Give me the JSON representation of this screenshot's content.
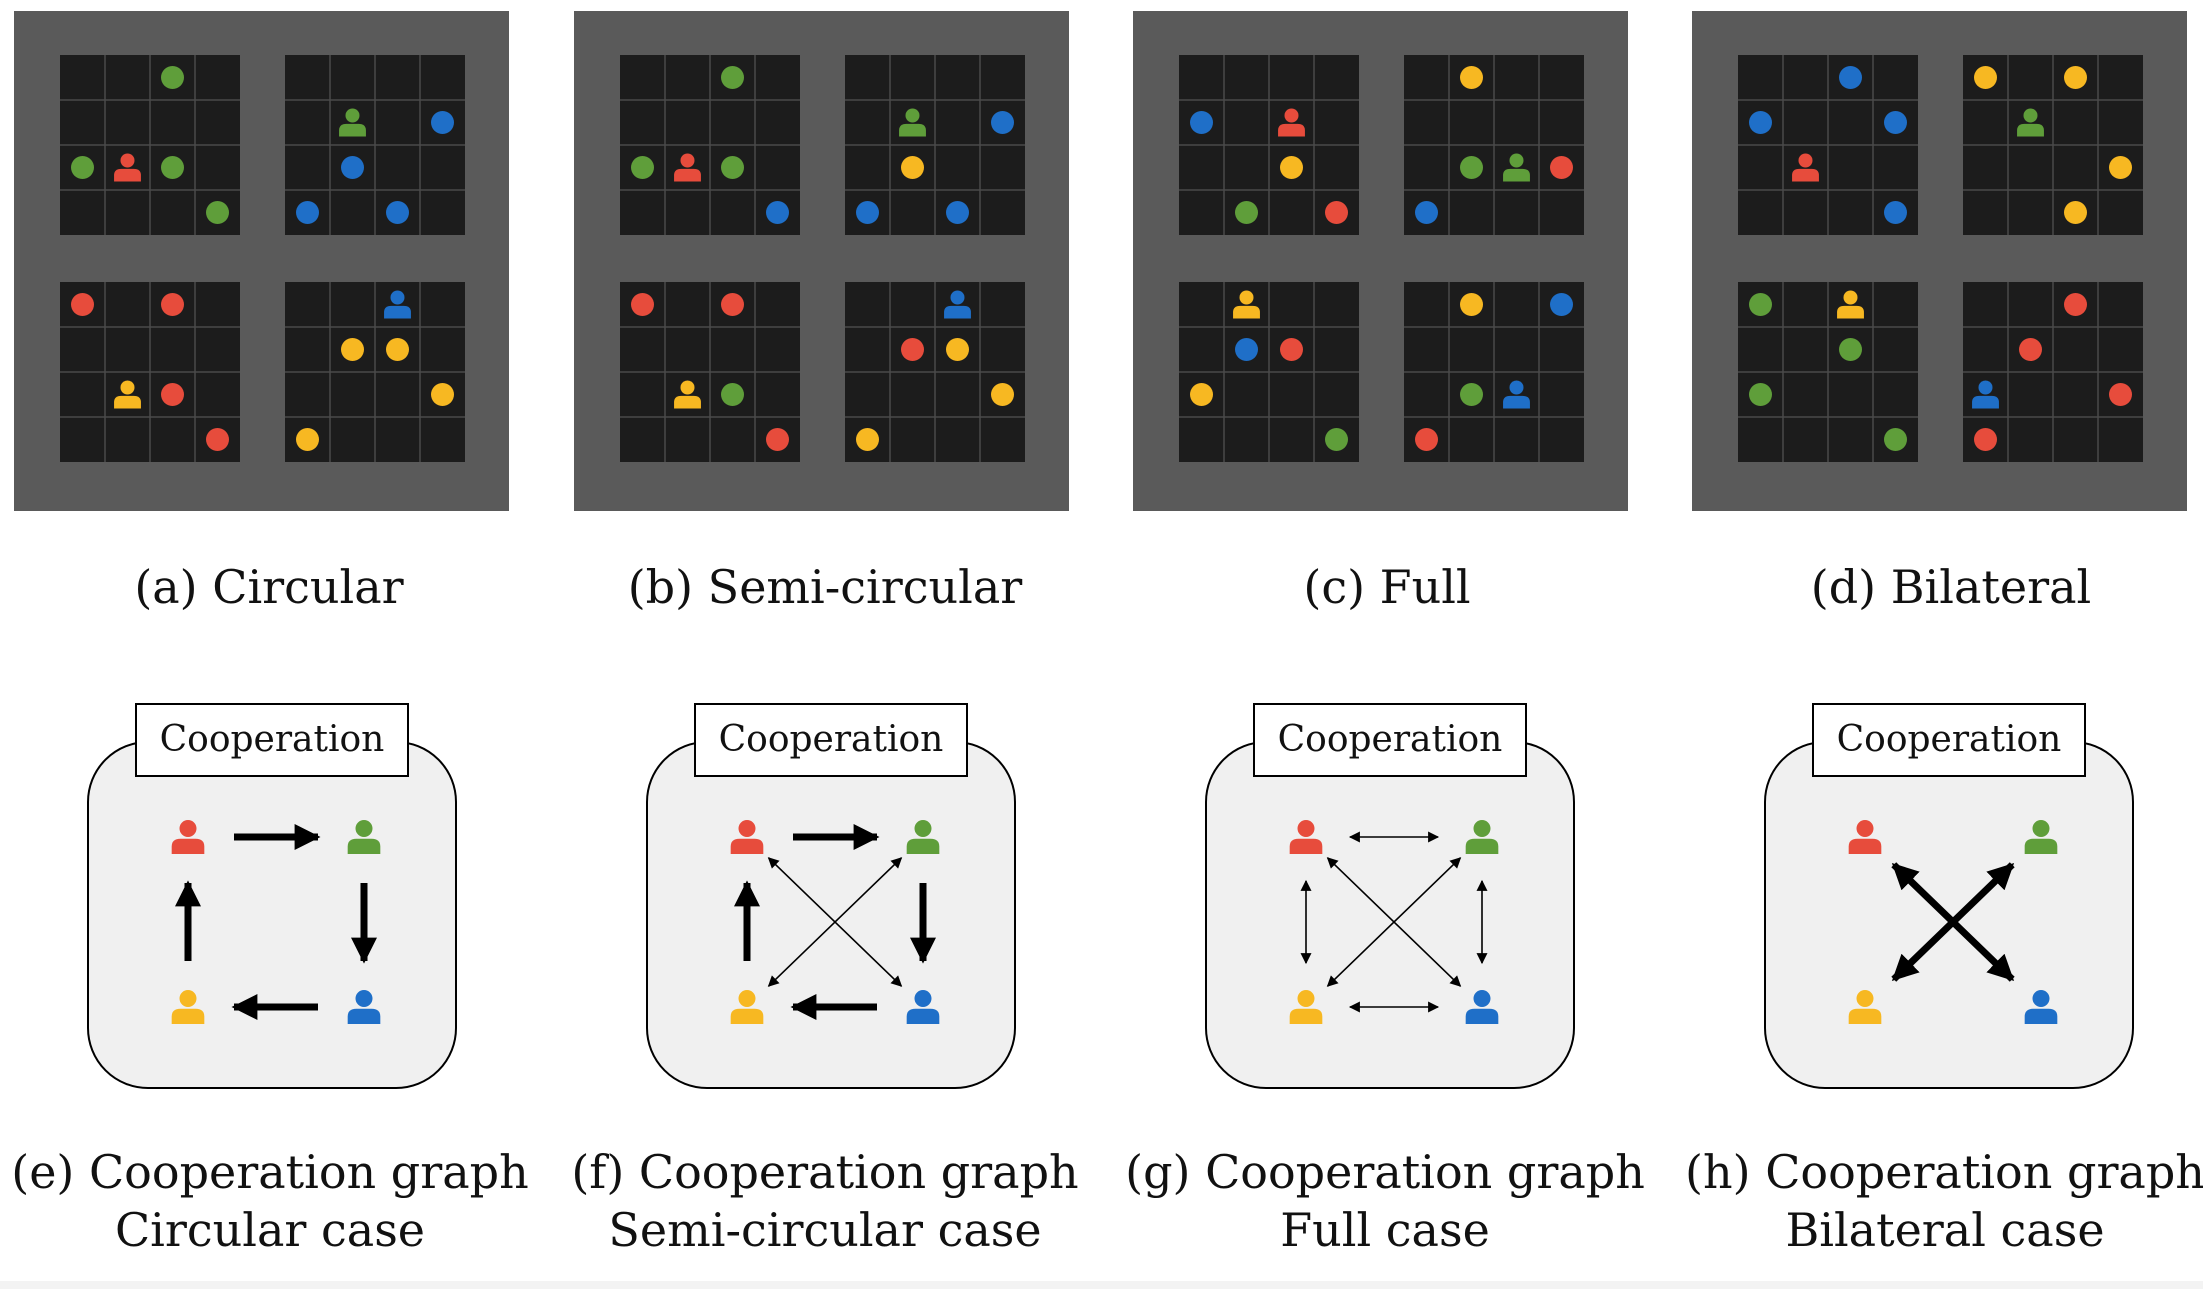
{
  "colors": {
    "red": "#e74c3c",
    "green": "#5f9e3a",
    "blue": "#1f6fc8",
    "yellow": "#f7b822",
    "grid_bg": "#1c1c1c",
    "grid_line": "#4a4a4a",
    "panel_bg": "#5a5a5a",
    "graph_bg": "#f0f0f0"
  },
  "envs": [
    {
      "caption": "(a) Circular",
      "rooms": [
        {
          "agent": {
            "cell": [
              1,
              2
            ],
            "color": "red"
          },
          "dots": [
            {
              "cell": [
                2,
                0
              ],
              "color": "green"
            },
            {
              "cell": [
                0,
                2
              ],
              "color": "green"
            },
            {
              "cell": [
                2,
                2
              ],
              "color": "green"
            },
            {
              "cell": [
                3,
                3
              ],
              "color": "green"
            }
          ]
        },
        {
          "agent": {
            "cell": [
              1,
              1
            ],
            "color": "green"
          },
          "dots": [
            {
              "cell": [
                3,
                1
              ],
              "color": "blue"
            },
            {
              "cell": [
                1,
                2
              ],
              "color": "blue"
            },
            {
              "cell": [
                0,
                3
              ],
              "color": "blue"
            },
            {
              "cell": [
                2,
                3
              ],
              "color": "blue"
            }
          ]
        },
        {
          "agent": {
            "cell": [
              1,
              2
            ],
            "color": "yellow"
          },
          "dots": [
            {
              "cell": [
                0,
                0
              ],
              "color": "red"
            },
            {
              "cell": [
                2,
                0
              ],
              "color": "red"
            },
            {
              "cell": [
                2,
                2
              ],
              "color": "red"
            },
            {
              "cell": [
                3,
                3
              ],
              "color": "red"
            }
          ]
        },
        {
          "agent": {
            "cell": [
              2,
              0
            ],
            "color": "blue"
          },
          "dots": [
            {
              "cell": [
                1,
                1
              ],
              "color": "yellow"
            },
            {
              "cell": [
                2,
                1
              ],
              "color": "yellow"
            },
            {
              "cell": [
                3,
                2
              ],
              "color": "yellow"
            },
            {
              "cell": [
                0,
                3
              ],
              "color": "yellow"
            }
          ]
        }
      ]
    },
    {
      "caption": "(b) Semi-circular",
      "rooms": [
        {
          "agent": {
            "cell": [
              1,
              2
            ],
            "color": "red"
          },
          "dots": [
            {
              "cell": [
                2,
                0
              ],
              "color": "green"
            },
            {
              "cell": [
                0,
                2
              ],
              "color": "green"
            },
            {
              "cell": [
                2,
                2
              ],
              "color": "green"
            },
            {
              "cell": [
                3,
                3
              ],
              "color": "blue"
            }
          ]
        },
        {
          "agent": {
            "cell": [
              1,
              1
            ],
            "color": "green"
          },
          "dots": [
            {
              "cell": [
                3,
                1
              ],
              "color": "blue"
            },
            {
              "cell": [
                1,
                2
              ],
              "color": "yellow"
            },
            {
              "cell": [
                0,
                3
              ],
              "color": "blue"
            },
            {
              "cell": [
                2,
                3
              ],
              "color": "blue"
            }
          ]
        },
        {
          "agent": {
            "cell": [
              1,
              2
            ],
            "color": "yellow"
          },
          "dots": [
            {
              "cell": [
                0,
                0
              ],
              "color": "red"
            },
            {
              "cell": [
                2,
                0
              ],
              "color": "red"
            },
            {
              "cell": [
                2,
                2
              ],
              "color": "green"
            },
            {
              "cell": [
                3,
                3
              ],
              "color": "red"
            }
          ]
        },
        {
          "agent": {
            "cell": [
              2,
              0
            ],
            "color": "blue"
          },
          "dots": [
            {
              "cell": [
                1,
                1
              ],
              "color": "red"
            },
            {
              "cell": [
                2,
                1
              ],
              "color": "yellow"
            },
            {
              "cell": [
                3,
                2
              ],
              "color": "yellow"
            },
            {
              "cell": [
                0,
                3
              ],
              "color": "yellow"
            }
          ]
        }
      ]
    },
    {
      "caption": "(c) Full",
      "rooms": [
        {
          "agent": {
            "cell": [
              2,
              1
            ],
            "color": "red"
          },
          "dots": [
            {
              "cell": [
                0,
                1
              ],
              "color": "blue"
            },
            {
              "cell": [
                2,
                2
              ],
              "color": "yellow"
            },
            {
              "cell": [
                1,
                3
              ],
              "color": "green"
            },
            {
              "cell": [
                3,
                3
              ],
              "color": "red"
            }
          ]
        },
        {
          "agent": {
            "cell": [
              2,
              2
            ],
            "color": "green"
          },
          "dots": [
            {
              "cell": [
                1,
                0
              ],
              "color": "yellow"
            },
            {
              "cell": [
                1,
                2
              ],
              "color": "green"
            },
            {
              "cell": [
                3,
                2
              ],
              "color": "red"
            },
            {
              "cell": [
                0,
                3
              ],
              "color": "blue"
            }
          ]
        },
        {
          "agent": {
            "cell": [
              1,
              0
            ],
            "color": "yellow"
          },
          "dots": [
            {
              "cell": [
                1,
                1
              ],
              "color": "blue"
            },
            {
              "cell": [
                2,
                1
              ],
              "color": "red"
            },
            {
              "cell": [
                0,
                2
              ],
              "color": "yellow"
            },
            {
              "cell": [
                3,
                3
              ],
              "color": "green"
            }
          ]
        },
        {
          "agent": {
            "cell": [
              2,
              2
            ],
            "color": "blue"
          },
          "dots": [
            {
              "cell": [
                1,
                0
              ],
              "color": "yellow"
            },
            {
              "cell": [
                3,
                0
              ],
              "color": "blue"
            },
            {
              "cell": [
                1,
                2
              ],
              "color": "green"
            },
            {
              "cell": [
                0,
                3
              ],
              "color": "red"
            }
          ]
        }
      ]
    },
    {
      "caption": "(d) Bilateral",
      "rooms": [
        {
          "agent": {
            "cell": [
              1,
              2
            ],
            "color": "red"
          },
          "dots": [
            {
              "cell": [
                2,
                0
              ],
              "color": "blue"
            },
            {
              "cell": [
                0,
                1
              ],
              "color": "blue"
            },
            {
              "cell": [
                3,
                1
              ],
              "color": "blue"
            },
            {
              "cell": [
                3,
                3
              ],
              "color": "blue"
            }
          ]
        },
        {
          "agent": {
            "cell": [
              1,
              1
            ],
            "color": "green"
          },
          "dots": [
            {
              "cell": [
                0,
                0
              ],
              "color": "yellow"
            },
            {
              "cell": [
                2,
                0
              ],
              "color": "yellow"
            },
            {
              "cell": [
                3,
                2
              ],
              "color": "yellow"
            },
            {
              "cell": [
                2,
                3
              ],
              "color": "yellow"
            }
          ]
        },
        {
          "agent": {
            "cell": [
              2,
              0
            ],
            "color": "yellow"
          },
          "dots": [
            {
              "cell": [
                0,
                0
              ],
              "color": "green"
            },
            {
              "cell": [
                2,
                1
              ],
              "color": "green"
            },
            {
              "cell": [
                0,
                2
              ],
              "color": "green"
            },
            {
              "cell": [
                3,
                3
              ],
              "color": "green"
            }
          ]
        },
        {
          "agent": {
            "cell": [
              0,
              2
            ],
            "color": "blue"
          },
          "dots": [
            {
              "cell": [
                2,
                0
              ],
              "color": "red"
            },
            {
              "cell": [
                1,
                1
              ],
              "color": "red"
            },
            {
              "cell": [
                3,
                2
              ],
              "color": "red"
            },
            {
              "cell": [
                0,
                3
              ],
              "color": "red"
            }
          ]
        }
      ]
    }
  ],
  "graphs": [
    {
      "box_label": "Cooperation",
      "caption_line1": "(e) Cooperation graph",
      "caption_line2": "Circular case",
      "edges": [
        {
          "from": "red",
          "to": "green",
          "style": "bold",
          "direction": "forward"
        },
        {
          "from": "green",
          "to": "blue",
          "style": "bold",
          "direction": "forward"
        },
        {
          "from": "blue",
          "to": "yellow",
          "style": "bold",
          "direction": "forward"
        },
        {
          "from": "yellow",
          "to": "red",
          "style": "bold",
          "direction": "forward"
        }
      ]
    },
    {
      "box_label": "Cooperation",
      "caption_line1": "(f) Cooperation graph",
      "caption_line2": "Semi-circular case",
      "edges": [
        {
          "from": "red",
          "to": "green",
          "style": "bold",
          "direction": "forward"
        },
        {
          "from": "green",
          "to": "blue",
          "style": "bold",
          "direction": "forward"
        },
        {
          "from": "blue",
          "to": "yellow",
          "style": "bold",
          "direction": "forward"
        },
        {
          "from": "yellow",
          "to": "red",
          "style": "bold",
          "direction": "forward"
        },
        {
          "from": "red",
          "to": "blue",
          "style": "thin",
          "direction": "both"
        },
        {
          "from": "green",
          "to": "yellow",
          "style": "thin",
          "direction": "both"
        }
      ]
    },
    {
      "box_label": "Cooperation",
      "caption_line1": "(g) Cooperation graph",
      "caption_line2": "Full case",
      "edges": [
        {
          "from": "red",
          "to": "green",
          "style": "thin",
          "direction": "both"
        },
        {
          "from": "green",
          "to": "blue",
          "style": "thin",
          "direction": "both"
        },
        {
          "from": "blue",
          "to": "yellow",
          "style": "thin",
          "direction": "both"
        },
        {
          "from": "yellow",
          "to": "red",
          "style": "thin",
          "direction": "both"
        },
        {
          "from": "red",
          "to": "blue",
          "style": "thin",
          "direction": "both"
        },
        {
          "from": "green",
          "to": "yellow",
          "style": "thin",
          "direction": "both"
        }
      ]
    },
    {
      "box_label": "Cooperation",
      "caption_line1": "(h) Cooperation graph",
      "caption_line2": "Bilateral case",
      "edges": [
        {
          "from": "red",
          "to": "blue",
          "style": "bold",
          "direction": "both"
        },
        {
          "from": "green",
          "to": "yellow",
          "style": "bold",
          "direction": "both"
        }
      ]
    }
  ]
}
